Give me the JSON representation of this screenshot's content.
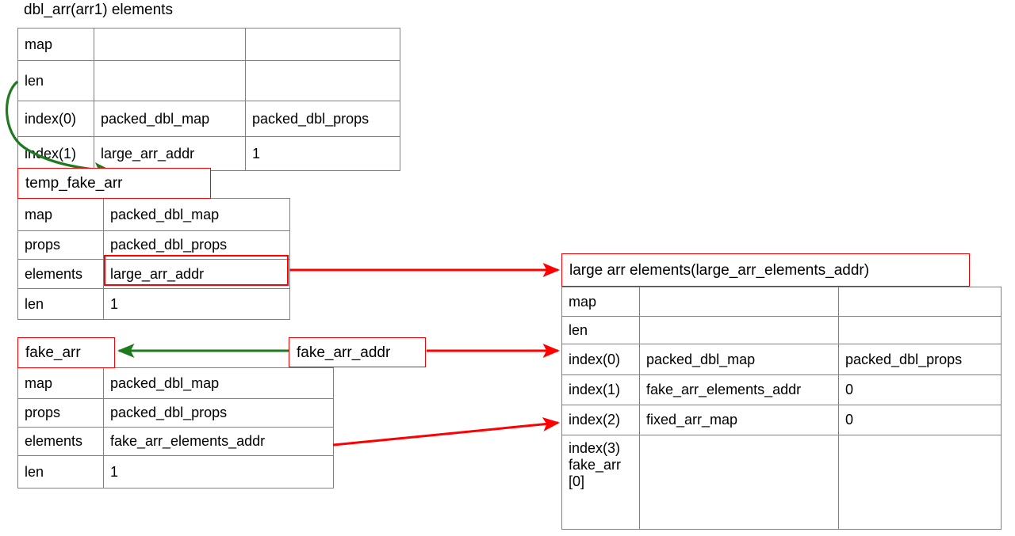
{
  "diagram": {
    "title": "dbl_arr(arr1) elements",
    "colors": {
      "red": "#ff0000",
      "green": "#1d7a1d",
      "grid": "#808080",
      "text": "#000000",
      "background": "#ffffff"
    }
  },
  "dbl_arr_table": {
    "caption": "dbl_arr(arr1) elements",
    "rows": [
      {
        "label": "map",
        "col2": "",
        "col3": ""
      },
      {
        "label": "len",
        "col2": "",
        "col3": ""
      },
      {
        "label": "index(0)",
        "col2": "packed_dbl_map",
        "col3": "packed_dbl_props"
      },
      {
        "label": "index(1)",
        "col2": "large_arr_addr",
        "col3": "1"
      }
    ]
  },
  "temp_fake_arr_table": {
    "header": "temp_fake_arr",
    "rows": [
      {
        "label": "map",
        "value": "packed_dbl_map",
        "highlight": false
      },
      {
        "label": "props",
        "value": "packed_dbl_props",
        "highlight": false
      },
      {
        "label": "elements",
        "value": "large_arr_addr",
        "highlight": true
      },
      {
        "label": "len",
        "value": "1",
        "highlight": false
      }
    ]
  },
  "fake_arr_table": {
    "header": "fake_arr",
    "rows": [
      {
        "label": "map",
        "value": "packed_dbl_map"
      },
      {
        "label": "props",
        "value": "packed_dbl_props"
      },
      {
        "label": "elements",
        "value": "fake_arr_elements_addr"
      },
      {
        "label": "len",
        "value": "1"
      }
    ]
  },
  "fake_arr_addr_box": {
    "label": "fake_arr_addr"
  },
  "large_arr_table": {
    "header": "large arr elements(large_arr_elements_addr)",
    "rows": [
      {
        "label": "map",
        "col2": "",
        "col3": "",
        "red": false
      },
      {
        "label": "len",
        "col2": "",
        "col3": "",
        "red": false
      },
      {
        "label": "index(0)",
        "col2": "packed_dbl_map",
        "col3": "packed_dbl_props",
        "red": false
      },
      {
        "label": "index(1)",
        "col2": "fake_arr_elements_addr",
        "col3": "0",
        "red": false
      },
      {
        "label": "index(2)",
        "col2": "fixed_arr_map",
        "col3": "0",
        "red": false
      },
      {
        "label": "index(3)\nfake_arr\n[0]",
        "col2": "",
        "col3": "",
        "red": true
      }
    ]
  },
  "arrows": [
    {
      "name": "dbl-arr-to-temp-fake-arr",
      "color": "#1d7a1d",
      "style": "curved"
    },
    {
      "name": "temp-fake-arr-elements-to-large-arr-elements",
      "color": "#ff0000",
      "style": "straight"
    },
    {
      "name": "fake-arr-addr-to-fake-arr",
      "color": "#1d7a1d",
      "style": "straight"
    },
    {
      "name": "fake-arr-addr-to-large-arr-index1",
      "color": "#ff0000",
      "style": "straight"
    },
    {
      "name": "fake-arr-elements-to-large-arr-index2",
      "color": "#ff0000",
      "style": "diagonal"
    }
  ]
}
